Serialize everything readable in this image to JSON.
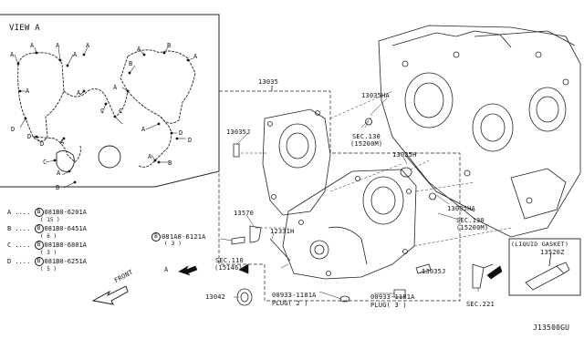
{
  "view_a": {
    "title": "VIEW A",
    "point_letters": [
      "A",
      "B",
      "C",
      "D"
    ],
    "legend": [
      {
        "letter": "A",
        "circle": "B",
        "part": "081B0-6201A",
        "qty": "( 15 )"
      },
      {
        "letter": "B",
        "circle": "B",
        "part": "081B0-6451A",
        "qty": "( 6 )"
      },
      {
        "letter": "C",
        "circle": "B",
        "part": "081B0-6801A",
        "qty": "( 3 )"
      },
      {
        "letter": "D",
        "circle": "B",
        "part": "081B0-6251A",
        "qty": "( 5 )"
      }
    ]
  },
  "callouts": {
    "p13035": "13035",
    "p13035ha_top": "13035HA",
    "p13035j_top": "13035J",
    "sec130_top": "SEC.130",
    "sec130_top_sub": "(15200M)",
    "p13035h": "13035H",
    "p13035ha_bot": "13035HA",
    "sec130_bot": "SEC.130",
    "sec130_bot_sub": "(15200M)",
    "p13570": "13570",
    "bolt_circle": "B",
    "bolt": "081A8-6121A",
    "bolt_qty": "( 3 )",
    "p12331h": "12331H",
    "sec110": "SEC.110",
    "sec110_sub": "(15146)",
    "arrow_a": "A",
    "front": "FRONT",
    "p13042": "13042",
    "plug1_part": "00933-1181A",
    "plug1_label": "PLUG( 2 )",
    "plug2_part": "00933-1181A",
    "plug2_label": "PLUG( 3 )",
    "p13035j_bot": "13035J",
    "sec221": "SEC.221",
    "liquid_gasket_title": "(LIQUID GASKET)",
    "p13520z": "13520Z",
    "diagram_code": "J13500GU"
  }
}
